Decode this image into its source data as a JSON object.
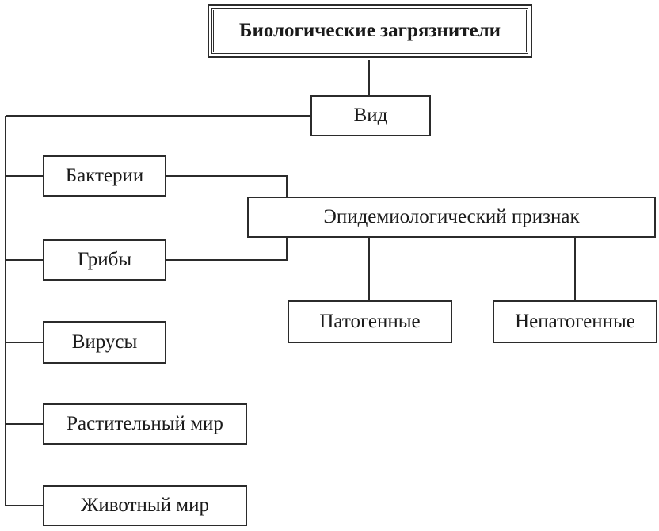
{
  "diagram": {
    "root": "Биологические загрязнители",
    "type_node": "Вид",
    "types": [
      "Бактерии",
      "Грибы",
      "Вирусы",
      "Растительный мир",
      "Животный мир"
    ],
    "epidemiology_node": "Эпидемиологический признак",
    "epidemiology_children": [
      "Патогенные",
      "Непатогенные"
    ]
  }
}
